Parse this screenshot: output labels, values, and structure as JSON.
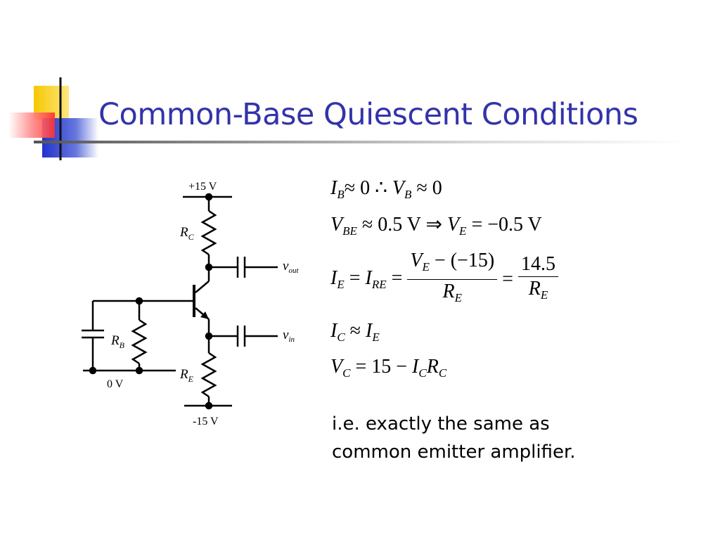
{
  "slide": {
    "title": "Common-Base Quiescent Conditions",
    "colors": {
      "title": "#3333aa",
      "logo_yellow": "#f5c800",
      "logo_red": "#ff4444",
      "logo_blue": "#3344cc"
    }
  },
  "circuit": {
    "supply_pos": "+15 V",
    "supply_neg": "-15 V",
    "ground": "0 V",
    "rc": {
      "main": "R",
      "sub": "C"
    },
    "rb": {
      "main": "R",
      "sub": "B"
    },
    "re": {
      "main": "R",
      "sub": "E"
    },
    "vout": {
      "main": "v",
      "sub": "out"
    },
    "vin": {
      "main": "v",
      "sub": "in"
    }
  },
  "equations": {
    "eq1": {
      "ib": "I",
      "ib_sub": "B",
      "approx0": "≈ 0 ∴ ",
      "vb": "V",
      "vb_sub": "B",
      "approx1": " ≈ 0"
    },
    "eq2": {
      "vbe": "V",
      "vbe_sub": "BE",
      "mid": " ≈ 0.5 V ⇒ ",
      "ve": "V",
      "ve_sub": "E",
      "end": " = −0.5 V"
    },
    "eq3": {
      "ie": "I",
      "ie_sub": "E",
      "eq_a": " = ",
      "ire": "I",
      "ire_sub": "RE",
      "eq_b": " = ",
      "num_v": "V",
      "num_v_sub": "E",
      "num_rest": " − (−15)",
      "den1": "R",
      "den1_sub": "E",
      "eq_c": " = ",
      "num2": "14.5",
      "den2": "R",
      "den2_sub": "E"
    },
    "eq4": {
      "ic": "I",
      "ic_sub": "C",
      "approx": " ≈ ",
      "ie": "I",
      "ie_sub": "E"
    },
    "eq5": {
      "vc": "V",
      "vc_sub": "C",
      "mid": " = 15 − ",
      "ic": "I",
      "ic_sub": "C",
      "rc": "R",
      "rc_sub": "C"
    }
  },
  "note": {
    "line1": "i.e. exactly the same as",
    "line2": "common emitter amplifier."
  }
}
